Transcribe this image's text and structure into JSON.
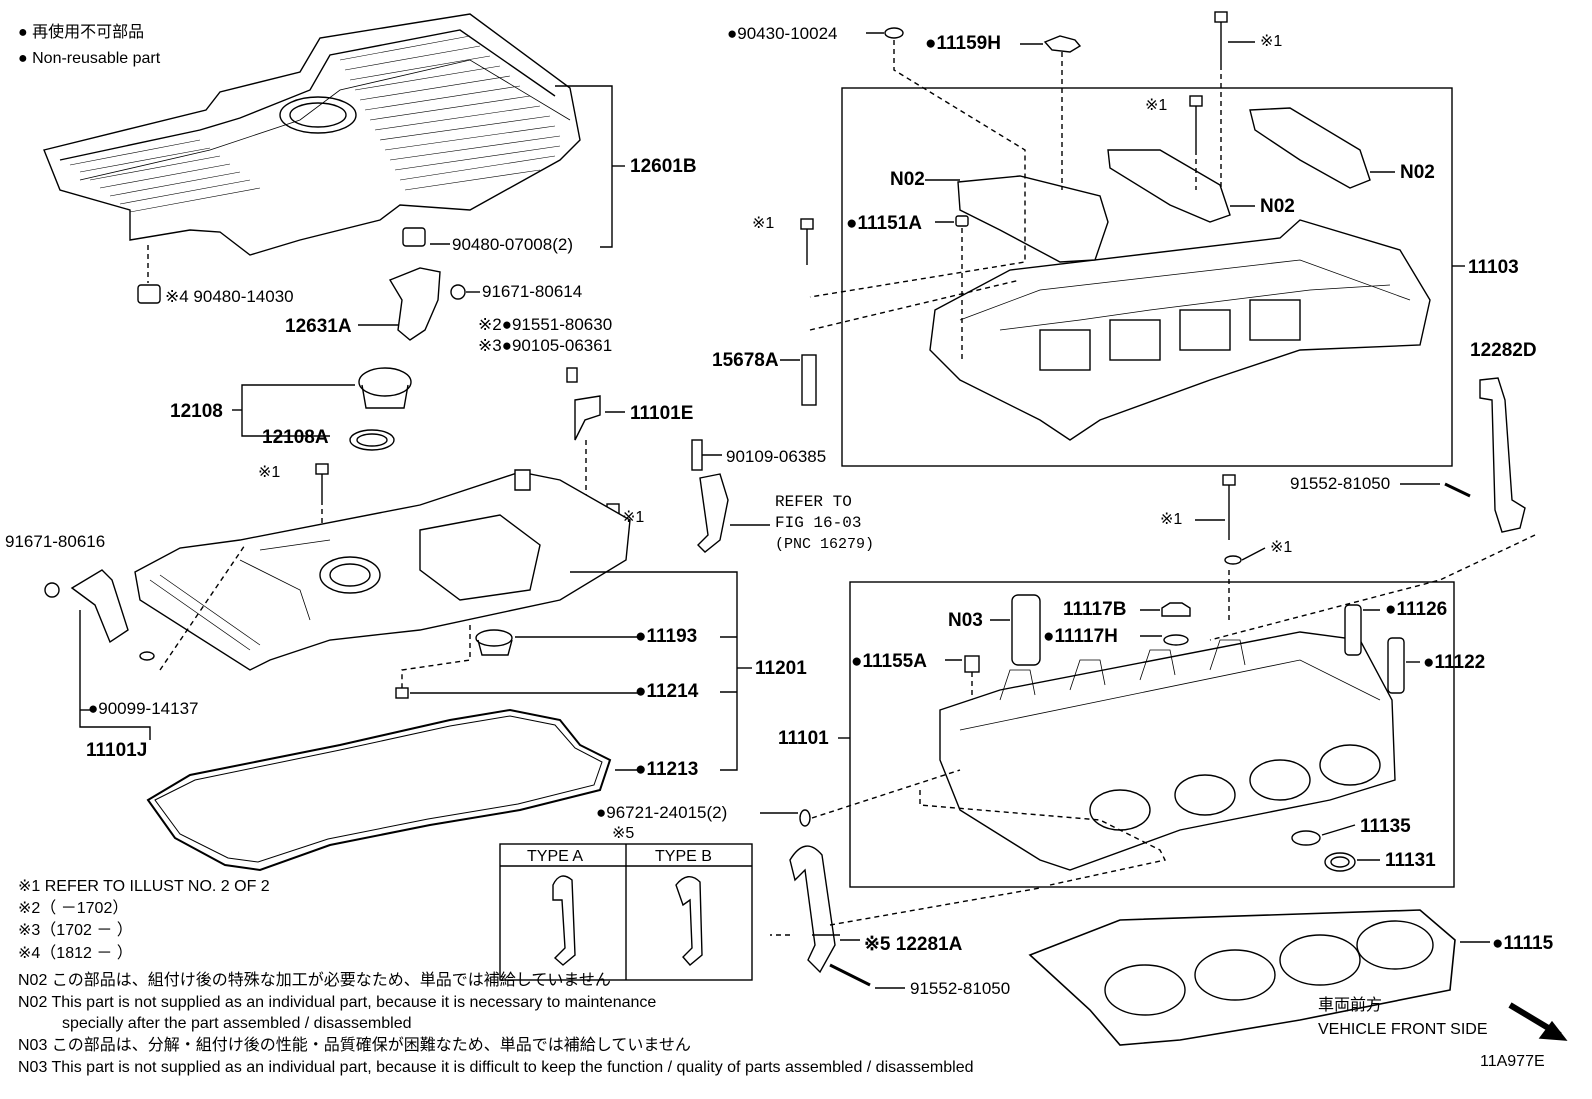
{
  "legend": {
    "line1": "● 再使用不可部品",
    "line2": "● Non-reusable part"
  },
  "parts": {
    "p12601B": "12601B",
    "p90480_07008": "90480-07008(2)",
    "p90480_14030": "※4 90480-14030",
    "p91671_80614": "91671-80614",
    "p12631A": "12631A",
    "p91551_80630": "※2●91551-80630",
    "p90105_06361": "※3●90105-06361",
    "p12108": "12108",
    "p12108A": "12108A",
    "p11101E": "11101E",
    "p90109_06385": "90109-06385",
    "refer1": "REFER TO",
    "refer2": "FIG 16-03",
    "refer3": "(PNC 16279)",
    "x1a": "※1",
    "x1b": "※1",
    "x1c": "※1",
    "x1d": "※1",
    "x1e": "※1",
    "x1f": "※1",
    "x1g": "※1",
    "p91671_80616": "91671-80616",
    "p11193": "●11193",
    "p11214": "●11214",
    "p11201": "11201",
    "p11213": "●11213",
    "p90099_14137": "●90099-14137",
    "p11101J": "11101J",
    "p90430_10024": "●90430-10024",
    "p11159H": "●11159H",
    "pN02a": "N02",
    "pN02b": "N02",
    "pN02c": "N02",
    "p11151A": "●11151A",
    "p11103": "11103",
    "p15678A": "15678A",
    "p12282D": "12282D",
    "p91552_81050a": "91552-81050",
    "pN03": "N03",
    "p11117B": "11117B",
    "p11117H": "●11117H",
    "p11126": "●11126",
    "p11155A": "●11155A",
    "p11122": "●11122",
    "p11101": "11101",
    "p96721_24015": "●96721-24015(2)",
    "p11135": "11135",
    "p11131": "11131",
    "x5": "※5",
    "p12281A": "※5 12281A",
    "p91552_81050b": "91552-81050",
    "p11115": "●11115",
    "typeA": "TYPE A",
    "typeB": "TYPE B"
  },
  "notes": {
    "n1": "※1   REFER TO ILLUST NO. 2 OF 2",
    "n2": "※2（        －1702）",
    "n3": "※3（1702 －        ）",
    "n4": "※4（1812 －        ）",
    "n02jp": "N02  この部品は、組付け後の特殊な加工が必要なため、単品では補給していません",
    "n02en1": "N02  This part is not supplied as an individual part, because it is necessary to maintenance",
    "n02en2": "specially after the part assembled / disassembled",
    "n03jp": "N03  この部品は、分解・組付け後の性能・品質確保が困難なため、単品では補給していません",
    "n03en": "N03  This part is not supplied as an individual part, because it is difficult to keep the function / quality of parts  assembled / disassembled"
  },
  "front": {
    "jp": "車両前方",
    "en": "VEHICLE FRONT SIDE"
  },
  "code": "11A977E"
}
